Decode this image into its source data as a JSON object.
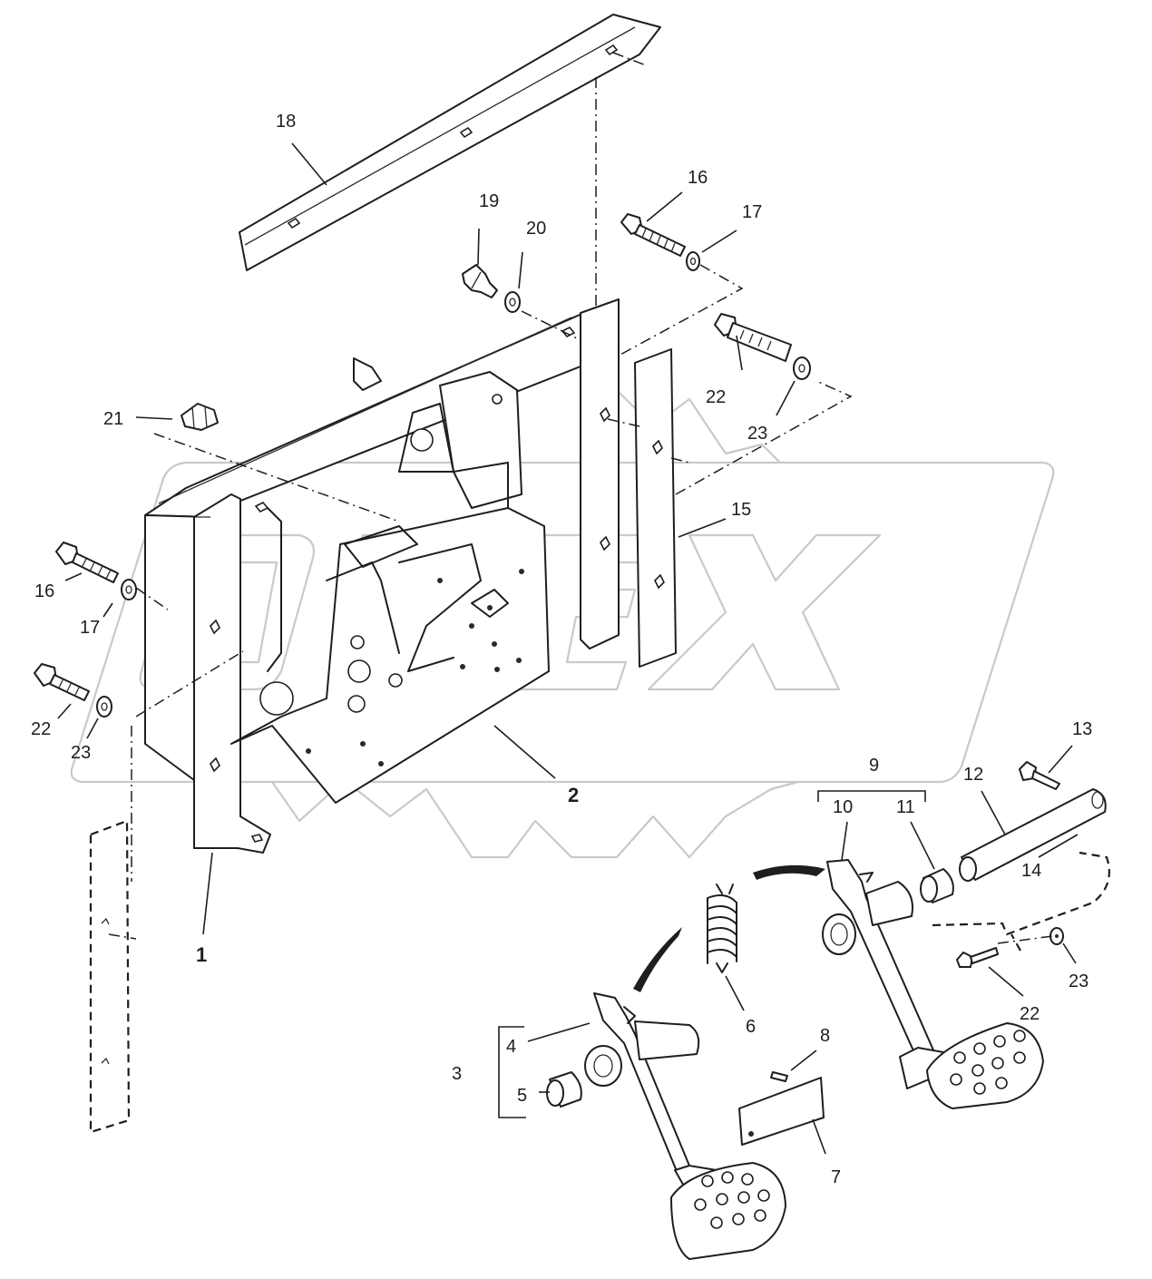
{
  "callouts": {
    "c1": "1",
    "c2": "2",
    "c3": "3",
    "c4": "4",
    "c5": "5",
    "c6": "6",
    "c7": "7",
    "c8": "8",
    "c9": "9",
    "c10": "10",
    "c11": "11",
    "c12": "12",
    "c13": "13",
    "c14": "14",
    "c15": "15",
    "c16a": "16",
    "c16b": "16",
    "c17a": "17",
    "c17b": "17",
    "c18": "18",
    "c19": "19",
    "c20": "20",
    "c21": "21",
    "c22a": "22",
    "c22b": "22",
    "c22c": "22",
    "c23a": "23",
    "c23b": "23",
    "c23c": "23"
  },
  "watermark": {
    "text": "OPEX",
    "color": "#c9c9c9"
  },
  "colors": {
    "line": "#1e1e1e",
    "background": "#ffffff"
  }
}
